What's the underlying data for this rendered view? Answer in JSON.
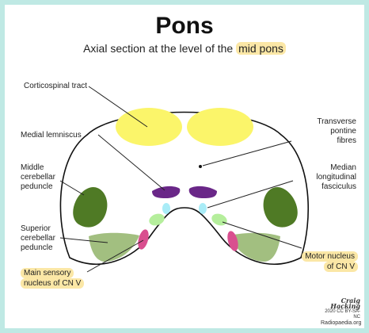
{
  "title": "Pons",
  "subtitle_prefix": "Axial section at the level of the ",
  "subtitle_highlight": "mid pons",
  "labels": {
    "corticospinal": "Corticospinal tract",
    "medial_lemniscus": "Medial lemniscus",
    "mcp_1": "Middle",
    "mcp_2": "cerebellar",
    "mcp_3": "peduncle",
    "scp_1": "Superior",
    "scp_2": "cerebellar",
    "scp_3": "peduncle",
    "main_sensory_1": "Main sensory",
    "main_sensory_2": "nucleus of CN V",
    "transverse_1": "Transverse",
    "transverse_2": "pontine",
    "transverse_3": "fibres",
    "mlf_1": "Median",
    "mlf_2": "longitudinal",
    "mlf_3": "fasciculus",
    "motor_1": "Motor nucleus",
    "motor_2": "of CN V"
  },
  "credit": {
    "signature": "Craig Hacking",
    "license": "2020 CC BY-SA-NC",
    "site": "Radiopaedia.org"
  },
  "colors": {
    "border": "#bfe9e4",
    "corticospinal": "#fbf56a",
    "medial_lemniscus": "#6a2788",
    "middle_cerebellar_peduncle": "#4f7a25",
    "superior_cerebellar_peduncle": "#a2bf80",
    "main_sensory_nucleus": "#d94f8f",
    "motor_nucleus": "#b5ee9c",
    "medial_longitudinal_fasciculus": "#a9ecf7",
    "highlight": "#fbe7a6"
  }
}
